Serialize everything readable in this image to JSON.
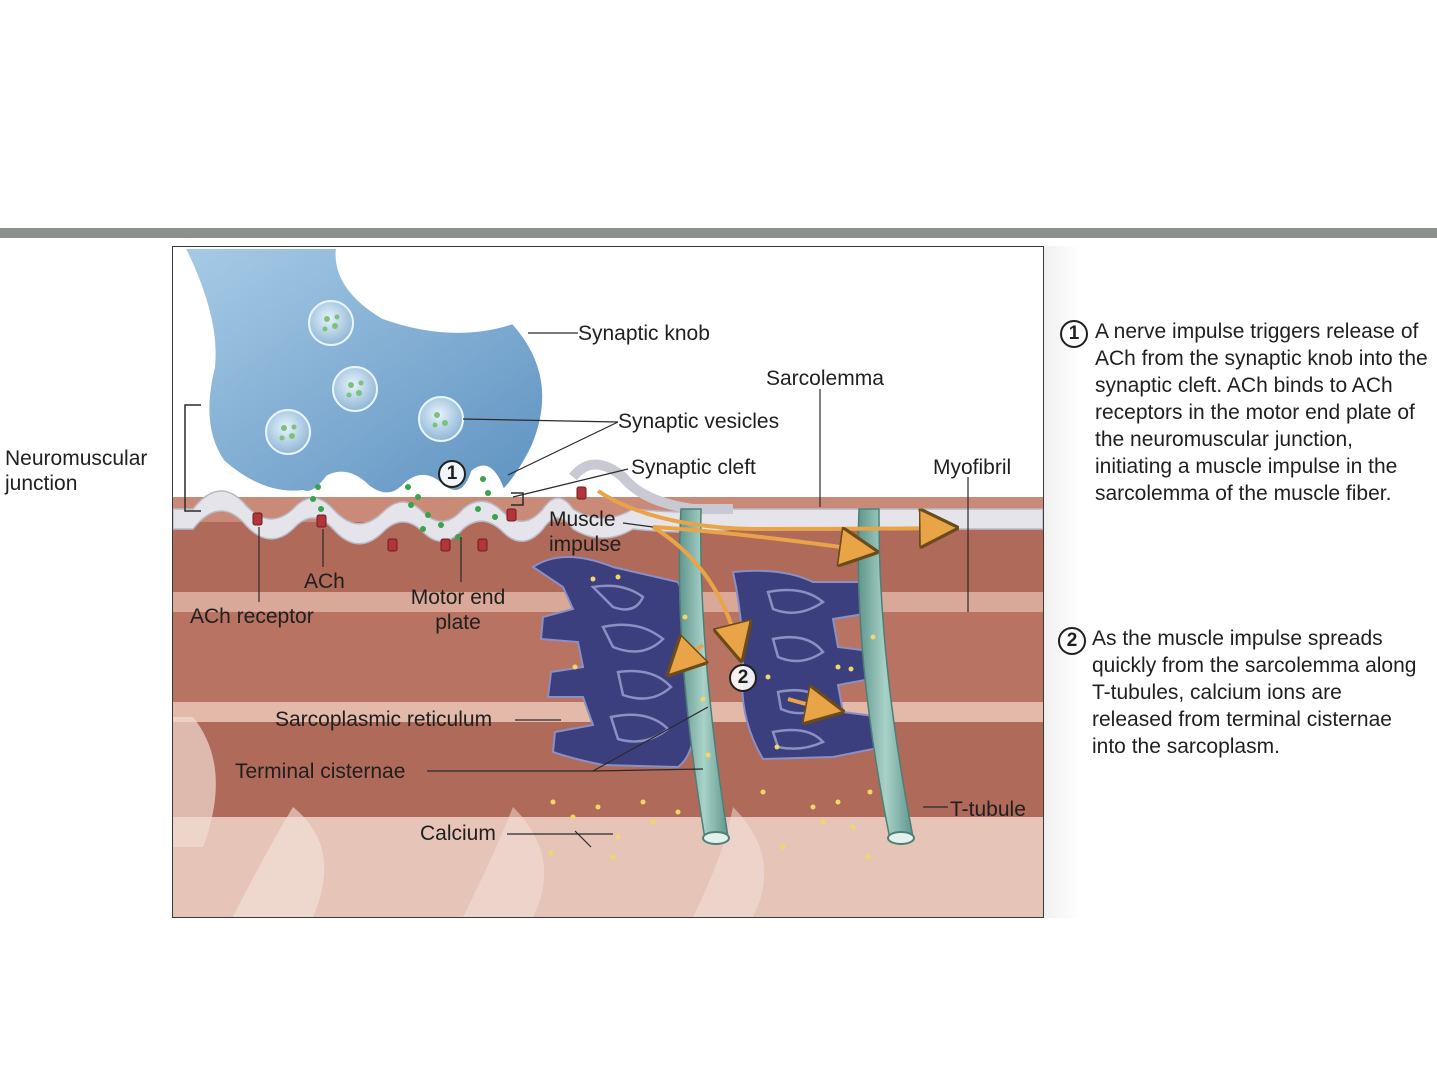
{
  "labels": {
    "synaptic_knob": "Synaptic knob",
    "sarcolemma": "Sarcolemma",
    "synaptic_vesicles": "Synaptic vesicles",
    "synaptic_cleft": "Synaptic cleft",
    "myofibril": "Myofibril",
    "neuromuscular_junction": "Neuromuscular junction",
    "muscle_impulse": "Muscle impulse",
    "ach": "ACh",
    "ach_receptor": "ACh receptor",
    "motor_end_plate": "Motor end plate",
    "sarcoplasmic_reticulum": "Sarcoplasmic reticulum",
    "terminal_cisternae": "Terminal cisternae",
    "calcium": "Calcium",
    "t_tubule": "T-tubule"
  },
  "steps": [
    {
      "number": "1",
      "text": "A nerve impulse triggers release of ACh from the synaptic knob into the synaptic cleft.  ACh binds to ACh receptors in the motor end plate of the neuromuscular junction, initiating a muscle impulse in the sarcolemma of the muscle fiber."
    },
    {
      "number": "2",
      "text": "As the muscle impulse spreads quickly from the sarcolemma along T-tubules, calcium ions are released from terminal cisternae into the sarcoplasm."
    }
  ],
  "colors": {
    "knob": "#7eaed4",
    "muscle": "#b87362",
    "reticulum": "#3c3f7e",
    "t_tubule": "#7fb3aa",
    "arrow": "#e8a447"
  }
}
